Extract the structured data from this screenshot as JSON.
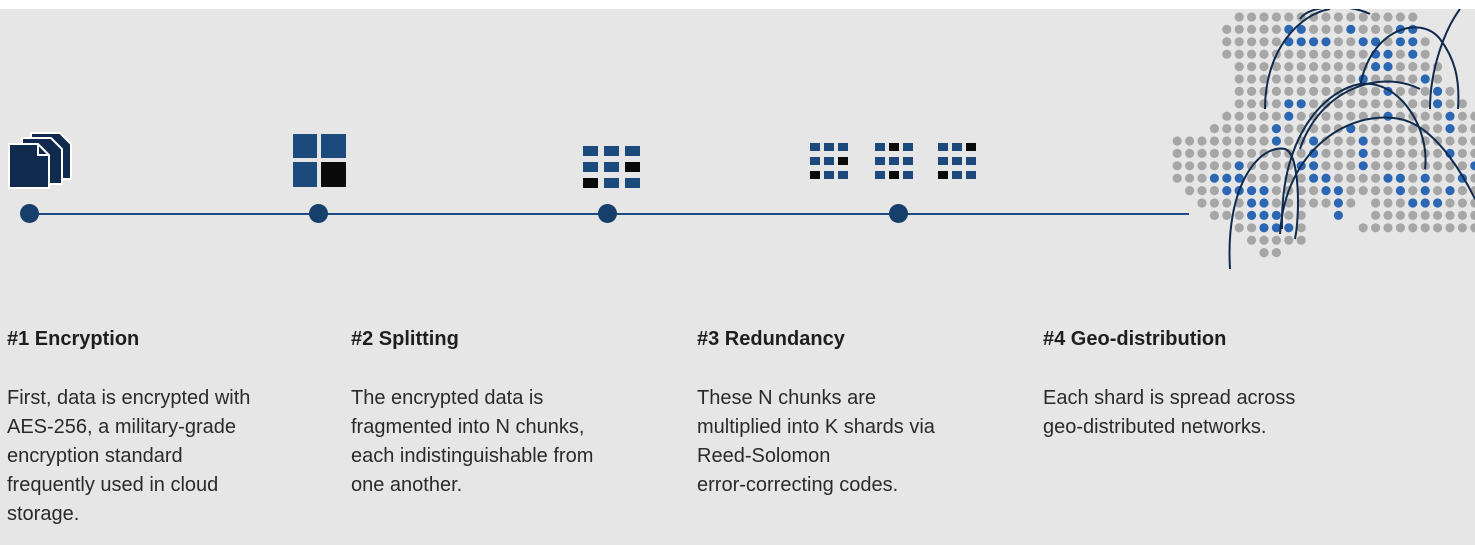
{
  "steps": [
    {
      "title": "#1 Encryption",
      "desc_lines": [
        "First, data is encrypted with",
        "AES-256, a military-grade",
        "encryption standard",
        "frequently used in cloud",
        "storage."
      ]
    },
    {
      "title": "#2 Splitting",
      "desc_lines": [
        "The encrypted data is",
        "fragmented into N chunks,",
        "each indistinguishable from",
        "one another."
      ]
    },
    {
      "title": "#3 Redundancy",
      "desc_lines": [
        "These N chunks are",
        "multiplied into K shards via",
        "Reed-Solomon",
        "error-correcting codes."
      ]
    },
    {
      "title": "#4 Geo-distribution",
      "desc_lines": [
        "Each shard is spread across",
        "geo-distributed networks."
      ]
    }
  ],
  "icons": [
    "documents-stack-icon",
    "split-blocks-icon",
    "chunk-grid-icon",
    "shard-grids-icon",
    "world-map-dots-icon"
  ],
  "colors": {
    "background": "#e6e6e6",
    "timeline": "#1b4b80",
    "node": "#173f6b",
    "navy": "#1d4a7c",
    "dark_navy": "#0f2a4d",
    "black": "#0a0a0a",
    "map_dot_grey": "#a6a6a6",
    "map_dot_blue": "#2b67b3"
  }
}
